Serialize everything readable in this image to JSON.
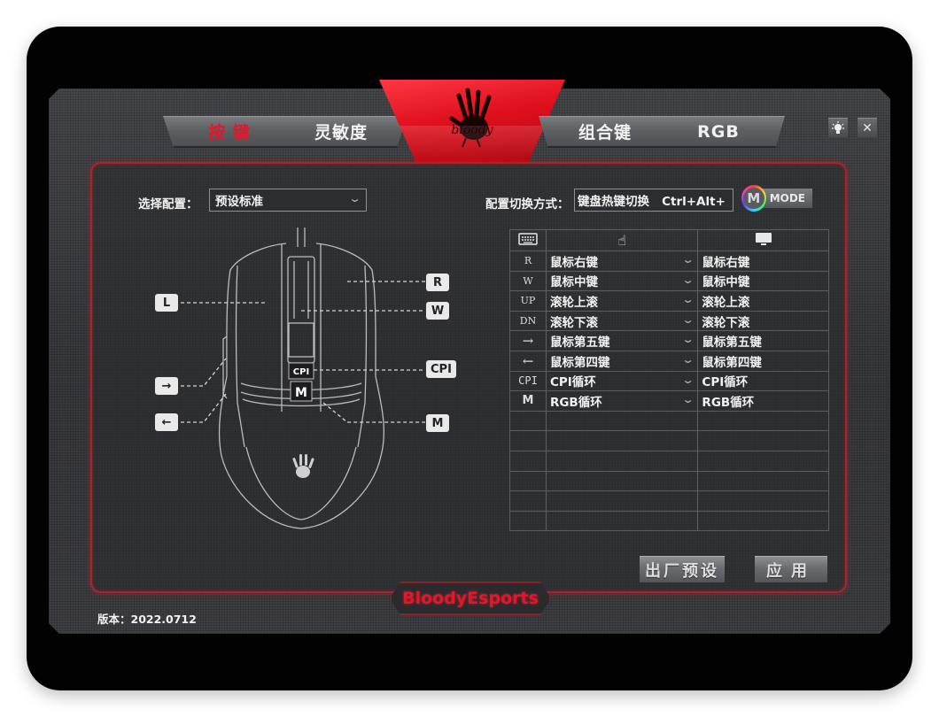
{
  "tabs": [
    {
      "label": "按 键",
      "active": true
    },
    {
      "label": "灵敏度",
      "active": false
    },
    {
      "label": "组合键",
      "active": false
    },
    {
      "label": "RGB",
      "active": false
    }
  ],
  "logo": {
    "text": "bloody"
  },
  "window_controls": {
    "light_icon": "💡",
    "close_icon": "✕"
  },
  "config": {
    "select_label": "选择配置：",
    "select_value": "预设标准",
    "switch_label": "配置切换方式：",
    "switch_value": "键盘热键切换   Ctrl+Alt+",
    "mode_button": {
      "icon_letter": "M",
      "label": "MODE"
    }
  },
  "mouse_callouts": {
    "L": "L",
    "R": "R",
    "W": "W",
    "CPI": "CPI",
    "forward": "→",
    "back": "←",
    "M": "M"
  },
  "table": {
    "headers": {
      "keyboard_icon": "⌨",
      "assign_icon": "☝",
      "result_icon": "🖵"
    },
    "rows": [
      {
        "key": "R",
        "assign": "鼠标右键",
        "result": "鼠标右键"
      },
      {
        "key": "W",
        "assign": "鼠标中键",
        "result": "鼠标中键"
      },
      {
        "key": "UP",
        "assign": "滚轮上滚",
        "result": "滚轮上滚"
      },
      {
        "key": "DN",
        "assign": "滚轮下滚",
        "result": "滚轮下滚"
      },
      {
        "key": "→",
        "assign": "鼠标第五键",
        "result": "鼠标第五键"
      },
      {
        "key": "←",
        "assign": "鼠标第四键",
        "result": "鼠标第四键"
      },
      {
        "key": "CPI",
        "assign": "CPI循环",
        "result": "CPI循环"
      },
      {
        "key": "M",
        "assign": "RGB循环",
        "result": "RGB循环"
      }
    ],
    "empty_rows": 6
  },
  "buttons": {
    "factory_reset": "出厂预设",
    "apply": "应用"
  },
  "brand": "BloodyEsports",
  "version": "版本：2022.0712",
  "colors": {
    "accent_red": "#e3172b",
    "panel_border": "#a8242d",
    "background": "#3a3b3e"
  }
}
